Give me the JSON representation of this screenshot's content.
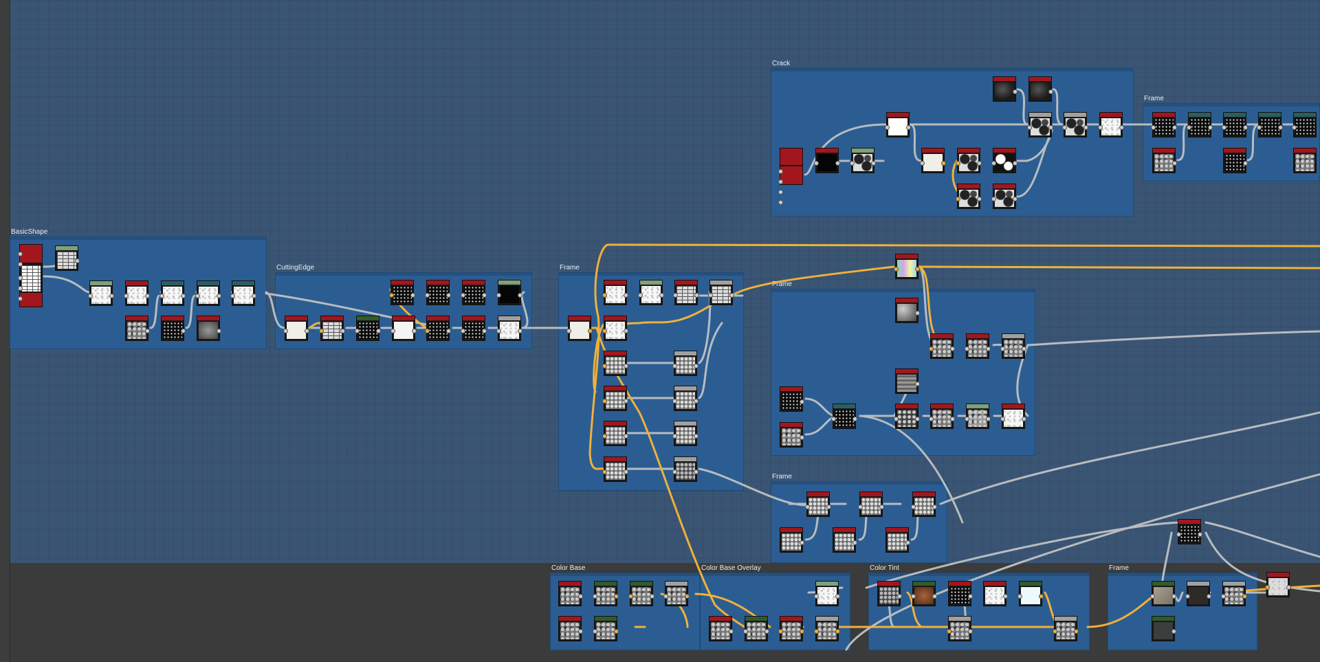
{
  "app": {
    "title": "Node Graph Editor"
  },
  "colors": {
    "canvas": "#3a5574",
    "frame": "#2b5d92",
    "wire_gray": "#b8bcc0",
    "wire_yellow": "#f0b13a",
    "header_red": "#a4161d",
    "header_teal": "#2b5e63",
    "header_green": "#335a2b",
    "header_sage": "#7ea07b",
    "header_gray": "#a0a0a0"
  },
  "frames": [
    {
      "id": "basicshape",
      "title": "BasicShape"
    },
    {
      "id": "cuttingedge",
      "title": "CuttingEdge"
    },
    {
      "id": "frame-mid",
      "title": "Frame"
    },
    {
      "id": "crack",
      "title": "Crack"
    },
    {
      "id": "frame-topright",
      "title": "Frame"
    },
    {
      "id": "frame-center",
      "title": "Frame"
    },
    {
      "id": "frame-lower",
      "title": "Frame"
    },
    {
      "id": "color-base",
      "title": "Color Base"
    },
    {
      "id": "color-base-overlay",
      "title": "Color Base Overlay"
    },
    {
      "id": "color-tint",
      "title": "Color Tint"
    },
    {
      "id": "frame-bottomright",
      "title": "Frame"
    }
  ]
}
